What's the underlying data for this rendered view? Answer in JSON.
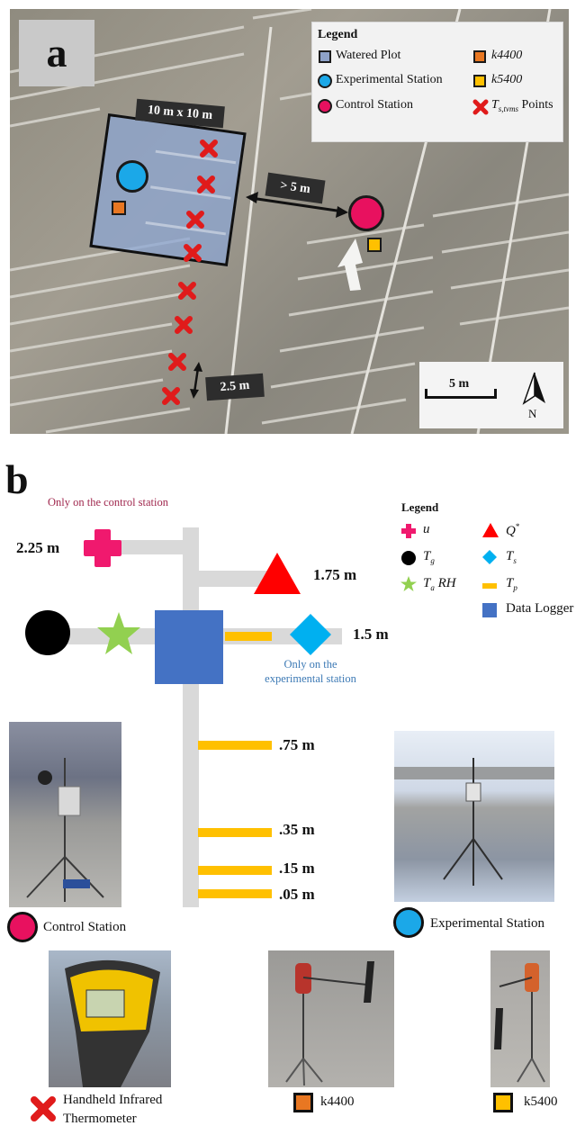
{
  "panel_a": {
    "letter": "a",
    "legend": {
      "title": "Legend",
      "items": [
        {
          "label": "Watered Plot",
          "color": "#8ea2c8"
        },
        {
          "label": "Experimental Station",
          "color": "#1ba8e8"
        },
        {
          "label": "Control Station",
          "color": "#e8115f"
        },
        {
          "label": "k4400",
          "color": "#e87722"
        },
        {
          "label": "k5400",
          "color": "#ffc000"
        },
        {
          "label_main": "T",
          "label_sub": "s,tvms",
          "label_tail": " Points",
          "color": "#e01b1b"
        }
      ]
    },
    "plot_size_label": "10 m x 10 m",
    "distance_label": "> 5 m",
    "spacing_label": "2.5 m",
    "scale_label": "5 m",
    "north_label": "N"
  },
  "panel_b": {
    "letter": "b",
    "only_control_note": "Only on the control station",
    "only_experimental_note": "Only on the experimental station",
    "heights": {
      "h225": "2.25 m",
      "h175": "1.75 m",
      "h150": "1.5 m",
      "h075": ".75 m",
      "h035": ".35 m",
      "h015": ".15 m",
      "h005": ".05 m"
    },
    "legend": {
      "title": "Legend",
      "u": "u",
      "tg_main": "T",
      "tg_sub": "g",
      "ta_main": "T",
      "ta_sub": "a",
      "ta_tail": " RH",
      "q_main": "Q",
      "q_sup": "*",
      "ts_main": "T",
      "ts_sub": "s",
      "tp_main": "T",
      "tp_sub": "p",
      "logger": "Data Logger"
    },
    "colors": {
      "u": "#f0196e",
      "tg": "#000000",
      "ta": "#92d050",
      "q": "#ff0000",
      "ts": "#00b0f0",
      "tp": "#ffc000",
      "logger": "#4472c4"
    }
  },
  "photos": {
    "control_caption": "Control Station",
    "experimental_caption": "Experimental Station",
    "thermometer_caption_line1": "Handheld Infrared",
    "thermometer_caption_line2": "Thermometer",
    "k4400_caption": "k4400",
    "k5400_caption": "k5400"
  }
}
